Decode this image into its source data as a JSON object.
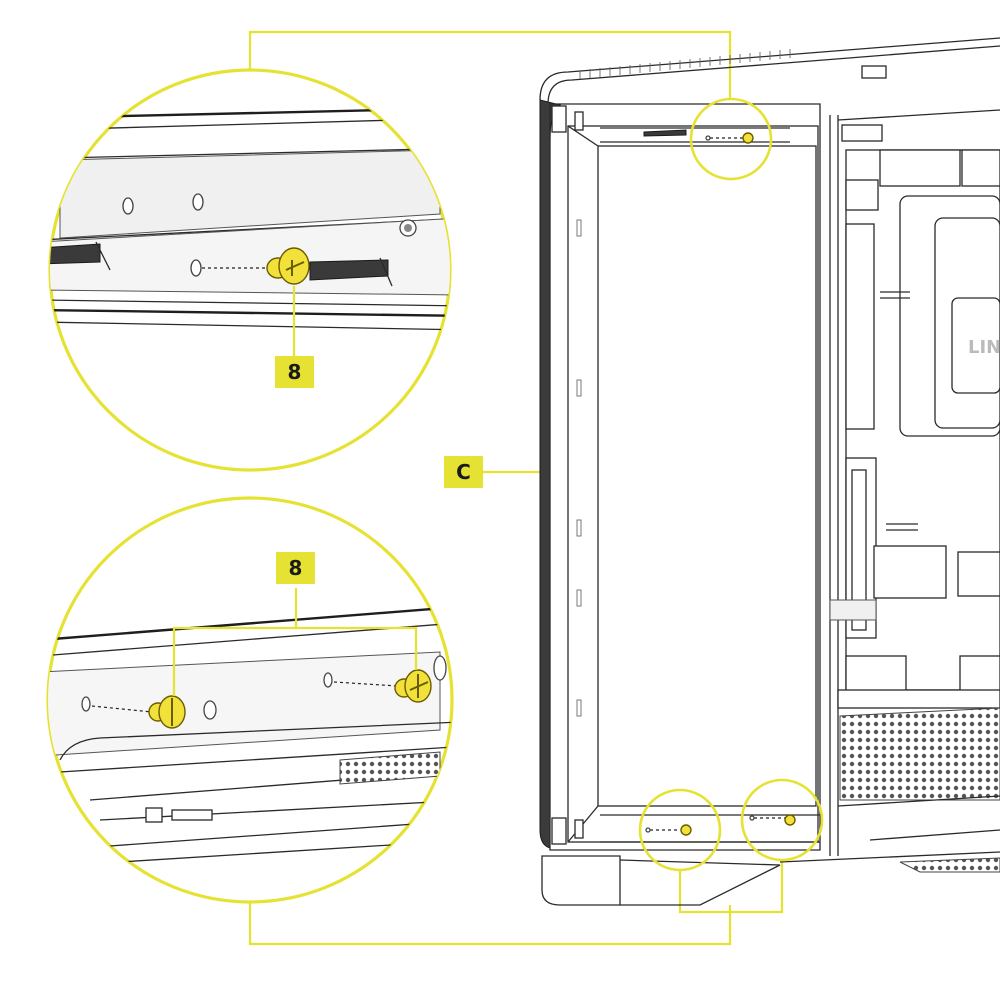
{
  "callouts": {
    "screw_top": "8",
    "screw_bottom": "8",
    "panel": "C"
  },
  "icons": {
    "screw": "thumbscrew-icon",
    "hole": "mounting-hole-icon"
  },
  "colors": {
    "accent": "#e6e234",
    "screw_fill": "#f2e13a",
    "line": "#2a2a2a"
  }
}
